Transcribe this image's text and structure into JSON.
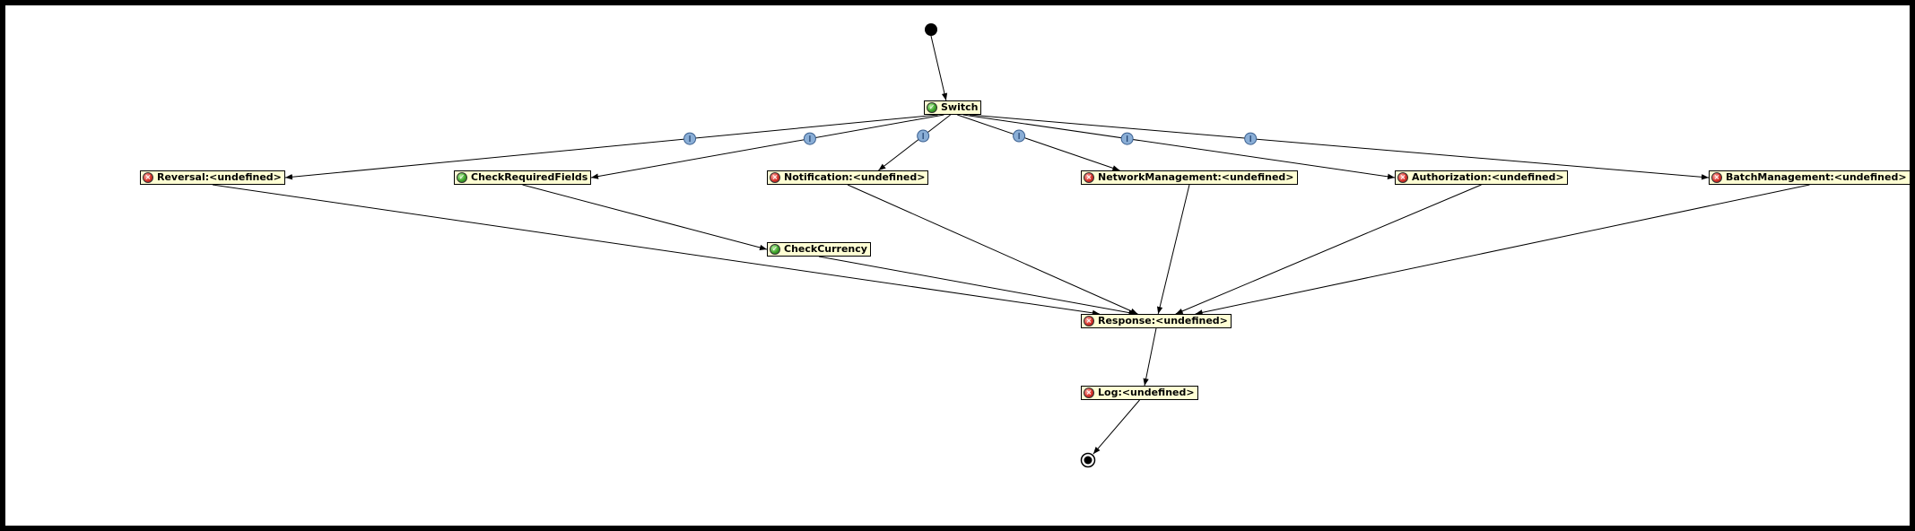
{
  "diagram": {
    "nodes": [
      {
        "id": "switch",
        "label": "Switch",
        "status": "ok",
        "icon": "check-circle-icon"
      },
      {
        "id": "reversal",
        "label": "Reversal:<undefined>",
        "status": "err",
        "icon": "error-circle-icon"
      },
      {
        "id": "checkrequired",
        "label": "CheckRequiredFields",
        "status": "ok",
        "icon": "check-circle-icon"
      },
      {
        "id": "notification",
        "label": "Notification:<undefined>",
        "status": "err",
        "icon": "error-circle-icon"
      },
      {
        "id": "network",
        "label": "NetworkManagement:<undefined>",
        "status": "err",
        "icon": "error-circle-icon"
      },
      {
        "id": "authorization",
        "label": "Authorization:<undefined>",
        "status": "err",
        "icon": "error-circle-icon"
      },
      {
        "id": "batch",
        "label": "BatchManagement:<undefined>",
        "status": "err",
        "icon": "error-circle-icon"
      },
      {
        "id": "checkcurrency",
        "label": "CheckCurrency",
        "status": "ok",
        "icon": "check-circle-icon"
      },
      {
        "id": "response",
        "label": "Response:<undefined>",
        "status": "err",
        "icon": "error-circle-icon"
      },
      {
        "id": "log",
        "label": "Log:<undefined>",
        "status": "err",
        "icon": "error-circle-icon"
      }
    ],
    "edges": [
      {
        "from": "start",
        "to": "switch",
        "condition": false
      },
      {
        "from": "switch",
        "to": "reversal",
        "condition": true
      },
      {
        "from": "switch",
        "to": "checkrequired",
        "condition": true
      },
      {
        "from": "switch",
        "to": "notification",
        "condition": true
      },
      {
        "from": "switch",
        "to": "network",
        "condition": true
      },
      {
        "from": "switch",
        "to": "authorization",
        "condition": true
      },
      {
        "from": "switch",
        "to": "batch",
        "condition": true
      },
      {
        "from": "checkrequired",
        "to": "checkcurrency",
        "condition": false
      },
      {
        "from": "reversal",
        "to": "response",
        "condition": false
      },
      {
        "from": "checkcurrency",
        "to": "response",
        "condition": false
      },
      {
        "from": "notification",
        "to": "response",
        "condition": false
      },
      {
        "from": "network",
        "to": "response",
        "condition": false
      },
      {
        "from": "authorization",
        "to": "response",
        "condition": false
      },
      {
        "from": "batch",
        "to": "response",
        "condition": false
      },
      {
        "from": "response",
        "to": "log",
        "condition": false
      },
      {
        "from": "log",
        "to": "end",
        "condition": false
      }
    ],
    "colors": {
      "node_fill": "#ffffd4",
      "node_border": "#000000",
      "ok_status": "#3fa52a",
      "error_status": "#d8322a",
      "condition_marker": "#8aaed6",
      "edge": "#000000",
      "frame": "#000000"
    }
  }
}
